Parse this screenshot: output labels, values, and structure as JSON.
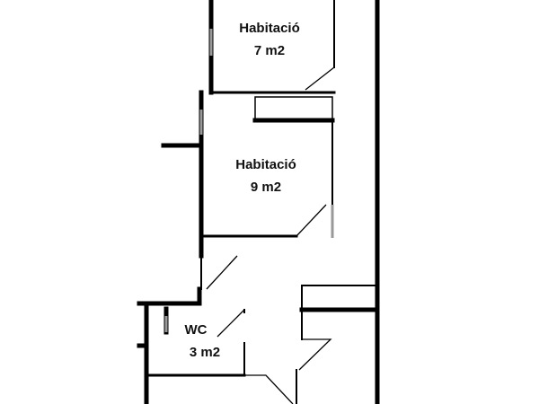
{
  "floorplan": {
    "rooms": [
      {
        "name": "Habitació",
        "area": "7 m2"
      },
      {
        "name": "Habitació",
        "area": "9 m2"
      },
      {
        "name": "WC",
        "area": "3 m2"
      }
    ]
  },
  "colors": {
    "wall": "#000000",
    "window": "#999999",
    "background": "#ffffff"
  }
}
